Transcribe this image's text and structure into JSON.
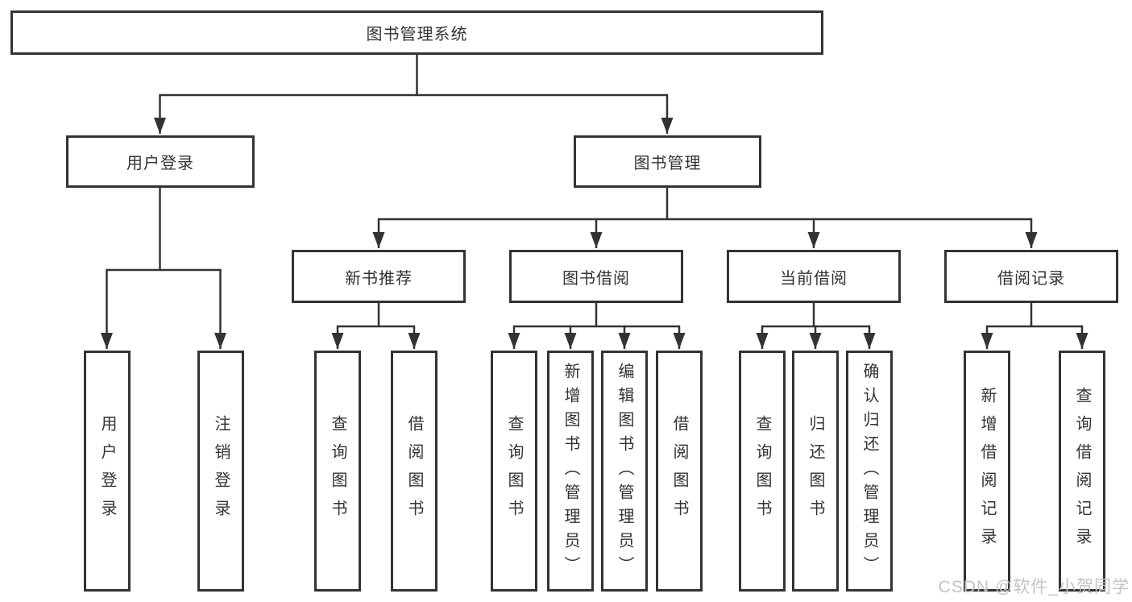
{
  "diagram": {
    "root": {
      "label": "图书管理系统"
    },
    "branches": [
      {
        "id": "user-login",
        "label": "用户登录"
      },
      {
        "id": "book-management",
        "label": "图书管理"
      }
    ],
    "modules": [
      {
        "id": "new-book-recommend",
        "label": "新书推荐"
      },
      {
        "id": "book-borrowing",
        "label": "图书借阅"
      },
      {
        "id": "current-borrowing",
        "label": "当前借阅"
      },
      {
        "id": "borrowing-records",
        "label": "借阅记录"
      }
    ],
    "leaves": {
      "user_login": [
        "用户登录",
        "注销登录"
      ],
      "new_book": [
        "查询图书",
        "借阅图书"
      ],
      "book_borrowing": [
        "查询图书",
        "新增图书（管理员）",
        "编辑图书（管理员）",
        "借阅图书"
      ],
      "current_borrowing": [
        "查询图书",
        "归还图书",
        "确认归还（管理员）"
      ],
      "borrow_records": [
        "新增借阅记录",
        "查询借阅记录"
      ]
    },
    "colors": {
      "line": "#333333",
      "text": "#333333",
      "box_background": "#ffffff",
      "watermark": "#c3c3c3"
    },
    "watermark": "CSDN @软件_小贺同学"
  }
}
